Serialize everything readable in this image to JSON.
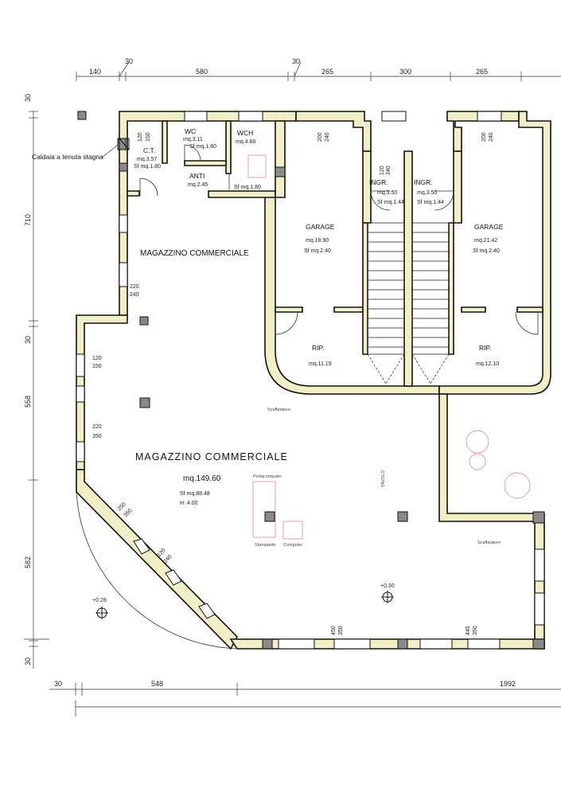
{
  "dimensions": {
    "top": [
      "140",
      "30",
      "580",
      "30",
      "265",
      "300",
      "265"
    ],
    "left": [
      "30",
      "710",
      "30",
      "558",
      "582",
      "30"
    ],
    "bottom": [
      "30",
      "548",
      "1992"
    ]
  },
  "rooms": {
    "ct": {
      "name": "C.T.",
      "area": "mq.3.57",
      "sf": "Sf mq.1.80"
    },
    "wc": {
      "name": "WC",
      "area": "mq.3.11",
      "sf": "Sf mq.1.80"
    },
    "wch": {
      "name": "WCH",
      "area": "mq.4.68"
    },
    "anti": {
      "name": "ANTI",
      "area": "mq.2.45",
      "sf": "Sf mq.1.80"
    },
    "magazzino_upper": {
      "name": "MAGAZZINO COMMERCIALE"
    },
    "magazzino_main": {
      "name": "MAGAZZINO COMMERCIALE",
      "area": "mq.149.60",
      "sf": "Sf mq.88.48",
      "h": "H: 4.00"
    },
    "ingr_left": {
      "name": "INGR.",
      "area": "mq.3.50",
      "sf": "Sf mq.1.44"
    },
    "ingr_right": {
      "name": "INGR.",
      "area": "mq.3.50",
      "sf": "Sf mq.1.44"
    },
    "garage_left": {
      "name": "GARAGE",
      "area": "mq.18.90",
      "sf": "Sf mq.2.40"
    },
    "garage_right": {
      "name": "GARAGE",
      "area": "mq.21.42",
      "sf": "Sf mq.2.40"
    },
    "rip_left": {
      "name": "RIP.",
      "area": "mq.11.19"
    },
    "rip_right": {
      "name": "RIP.",
      "area": "mq.12.10"
    }
  },
  "openings": {
    "ct_top": [
      "120",
      "150"
    ],
    "wc_left": "220",
    "wc_left2": "240",
    "west_1": [
      "120",
      "150"
    ],
    "west_2": [
      "220",
      "350"
    ],
    "diag_1": [
      "250",
      "350"
    ],
    "diag_2": [
      "120",
      "240"
    ],
    "ingr": [
      "120",
      "240"
    ],
    "garage_left_top": [
      "200",
      "240"
    ],
    "garage_right_top": [
      "200",
      "240"
    ],
    "south_1": [
      "450",
      "350"
    ],
    "south_2": [
      "445",
      "350"
    ]
  },
  "notes": {
    "caldaia": "Caldaia a tenuta stagna",
    "elev_left": "+0.28",
    "elev_right": "+0.30",
    "tavolo": "TAVOLO",
    "scaffalature_1": "Scaffalature",
    "scaffalature_2": "Scaffalature",
    "portacomputer": "Portacomputer",
    "stampante": "Stampante",
    "computer": "Computer"
  }
}
